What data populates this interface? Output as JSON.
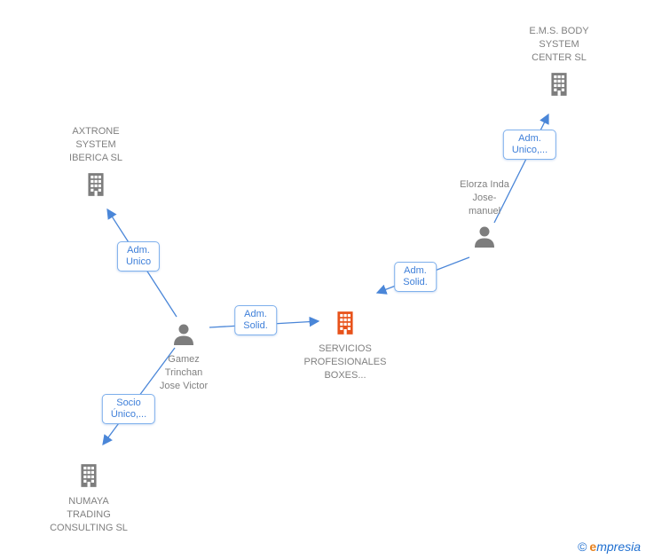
{
  "nodes": {
    "ems": {
      "name": "E.M.S. BODY\nSYSTEM\nCENTER SL",
      "type": "company"
    },
    "axtrone": {
      "name": "AXTRONE\nSYSTEM\nIBERICA SL",
      "type": "company"
    },
    "elorza": {
      "name": "Elorza Inda\nJose-\nmanuel",
      "type": "person"
    },
    "gamez": {
      "name": "Gamez\nTrinchan\nJose Victor",
      "type": "person"
    },
    "servicios": {
      "name": "SERVICIOS\nPROFESIONALES\nBOXES...",
      "type": "company-highlight"
    },
    "numaya": {
      "name": "NUMAYA\nTRADING\nCONSULTING SL",
      "type": "company"
    }
  },
  "edges": {
    "gamez_axtrone": {
      "label": "Adm.\nUnico"
    },
    "gamez_servicios": {
      "label": "Adm.\nSolid."
    },
    "elorza_servicios": {
      "label": "Adm.\nSolid."
    },
    "elorza_ems": {
      "label": "Adm.\nUnico,..."
    },
    "gamez_numaya": {
      "label": "Socio\nÚnico,..."
    }
  },
  "footer": {
    "copyright_symbol": "©",
    "brand_first_letter": "e",
    "brand_rest": "mpresia"
  },
  "colors": {
    "arrow": "#4a86d8",
    "label-border": "#7fb0ec",
    "label-text": "#3e7fd9",
    "name-gray": "#808080",
    "icon-gray": "#7d7d7d",
    "icon-orange": "#e8521a",
    "brand-blue": "#1f6fd0",
    "brand-orange": "#e8821e"
  }
}
